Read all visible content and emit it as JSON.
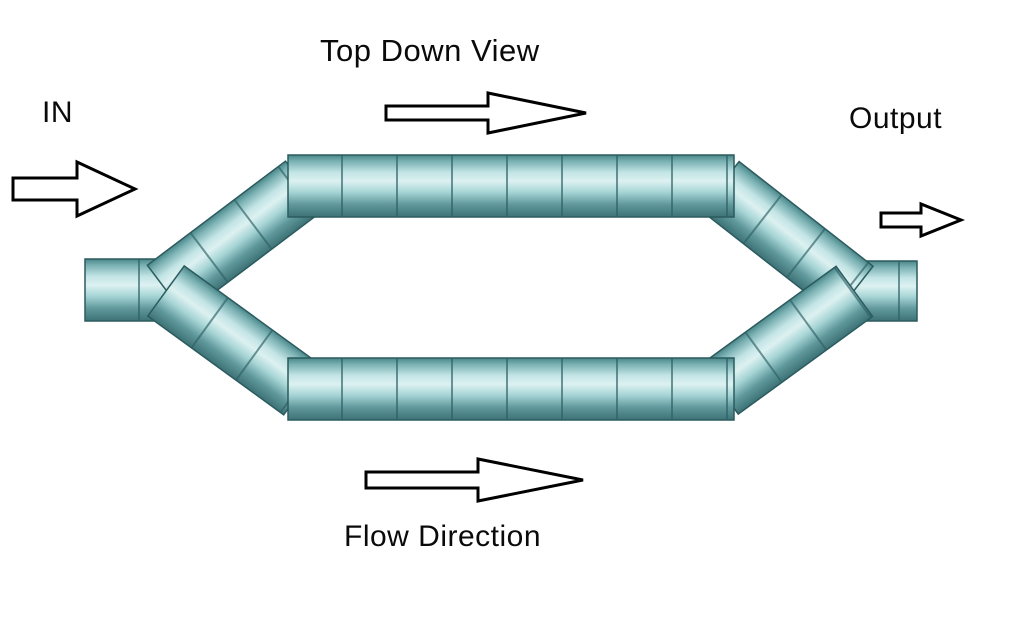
{
  "diagram": {
    "title": "Top Down View",
    "labels": {
      "inlet": "IN",
      "outlet": "Output",
      "flow": "Flow Direction"
    },
    "icons": {
      "top_arrow": "flow-arrow-right",
      "inlet_arrow": "flow-arrow-right",
      "outlet_arrow": "flow-arrow-right",
      "bottom_arrow": "flow-arrow-right"
    },
    "colors": {
      "background": "#ffffff",
      "text": "#000000",
      "arrow_fill": "#ffffff",
      "arrow_outline": "#000000",
      "pipe_highlight": "#ddf1f1",
      "pipe_light": "#c3e4e5",
      "pipe_mid": "#79b0b2",
      "pipe_dark": "#3d7276",
      "pipe_edge": "#2b5b5f"
    }
  }
}
